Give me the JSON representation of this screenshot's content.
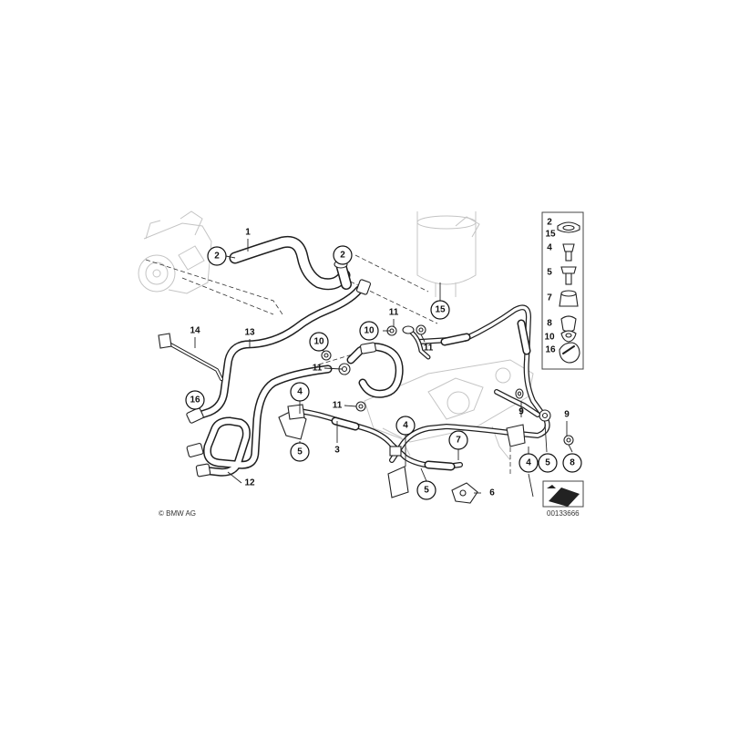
{
  "copyright": "© BMW AG",
  "image_number": "00133666",
  "callouts": {
    "c2a": "2",
    "c2b": "2",
    "c15": "15",
    "c10a": "10",
    "c10b": "10",
    "c16": "16",
    "c4a": "4",
    "c4b": "4",
    "c4c": "4",
    "c5a": "5",
    "c5b": "5",
    "c5c": "5",
    "c7": "7",
    "c8": "8"
  },
  "labels": {
    "l1": "1",
    "l14": "14",
    "l13": "13",
    "l11a": "11",
    "l11b": "11",
    "l11c": "11",
    "l3": "3",
    "l12": "12",
    "l9a": "9",
    "l9b": "9",
    "l6": "6"
  },
  "legend": {
    "items": [
      "2",
      "15",
      "4",
      "5",
      "7",
      "8",
      "10",
      "16"
    ]
  },
  "colors": {
    "line": "#1e1e1e",
    "ghost": "#c4c4c4",
    "background": "#ffffff"
  }
}
